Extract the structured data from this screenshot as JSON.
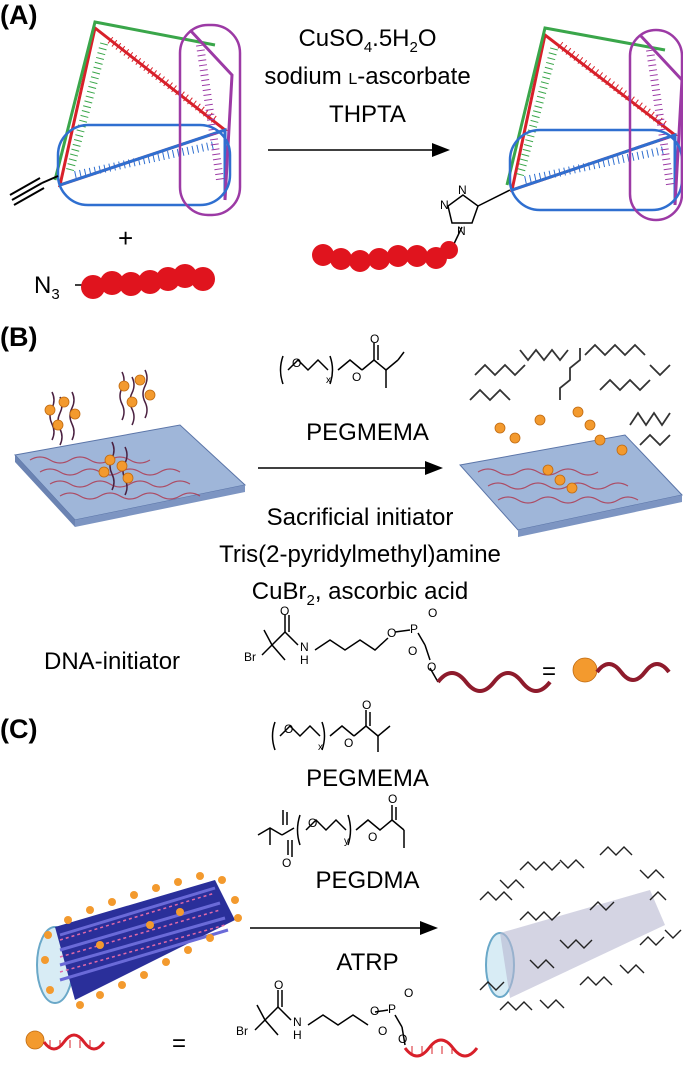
{
  "panel_a": {
    "label": "(A)",
    "reagent_1_base": "CuSO",
    "reagent_1_sub": "4",
    "reagent_1_mid": ".5H",
    "reagent_1_sub2": "2",
    "reagent_1_end": "O",
    "reagent_2_pre": "sodium ",
    "reagent_2_small": "L",
    "reagent_2_post": "-ascorbate",
    "reagent_3": "THPTA",
    "plus": "+",
    "azide_base": "N",
    "azide_sub": "3",
    "triazole_n1": "N",
    "triazole_n2": "N",
    "triazole_n3": "N"
  },
  "panel_b": {
    "label": "(B)",
    "monomer": "PEGMEMA",
    "condition_1": "Sacrificial initiator",
    "condition_2": "Tris(2-pyridylmethyl)amine",
    "condition_3_pre": "CuBr",
    "condition_3_sub": "2",
    "condition_3_post": ", ascorbic acid",
    "initiator_label": "DNA-initiator",
    "equals": "=",
    "struct_br": "Br",
    "struct_o": "O",
    "struct_nh": "N",
    "struct_h": "H",
    "struct_p": "P",
    "struct_x": "x"
  },
  "panel_c": {
    "label": "(C)",
    "monomer_1": "PEGMEMA",
    "monomer_2": "PEGDMA",
    "method": "ATRP",
    "equals": "=",
    "struct_x": "x",
    "struct_y": "y",
    "struct_br": "Br",
    "struct_nh": "N",
    "struct_h": "H",
    "struct_p": "P",
    "struct_o": "O"
  },
  "colors": {
    "dna_red": "#d8202a",
    "dna_green": "#3aa64a",
    "dna_blue": "#2f6fd0",
    "dna_purple": "#9c3aa5",
    "bead_red": "#e0141e",
    "initiator_orange": "#f39a2e",
    "dna_maroon": "#8e1b2c"
  }
}
